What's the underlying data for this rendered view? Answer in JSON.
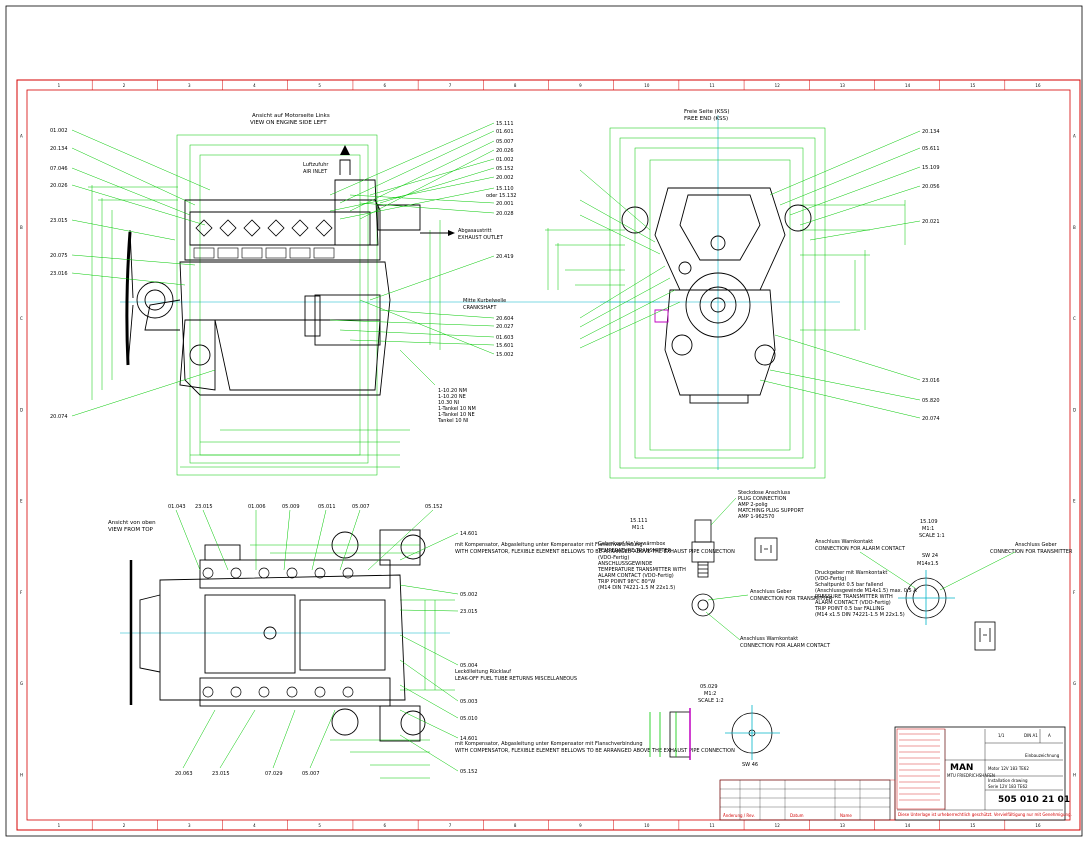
{
  "colors": {
    "border": "#d40000",
    "leader": "#00c800",
    "outline": "#000000",
    "centerline": "#00b4c8",
    "accent_magenta": "#c000c0",
    "titleblock_red": "#d40000"
  },
  "views": {
    "side_left": {
      "title_de": "Ansicht auf Motorseite Links",
      "title_en": "VIEW ON ENGINE SIDE LEFT",
      "air_inlet_de": "Luftzufuhr",
      "air_inlet_en": "AIR INLET",
      "exhaust_de": "Abgasaustritt",
      "exhaust_en": "EXHAUST OUTLET",
      "crank_center_de": "Mitte Kurbelwelle",
      "crank_center_en": "CRANKSHAFT",
      "callouts_left": [
        "01.002",
        "20.134",
        "07.046",
        "20.026",
        "23.015",
        "20.075",
        "23.016",
        "20.074"
      ],
      "callouts_right": [
        "15.111",
        "01.601",
        "05.007",
        "20.026",
        "01.002",
        "05.152",
        "20.002",
        "15.110",
        "20.001",
        "20.028",
        "20.419",
        "20.604",
        "20.027",
        "01.603",
        "15.601",
        "15.002"
      ],
      "callout_sub_15110": "oder 15.132",
      "weights": [
        "1-10.20 NM",
        "1-10.20 NE",
        "10.30 NI",
        "1-Tankel 10 NM",
        "1-Tankel 10 NE",
        "Tankel 10 NI"
      ]
    },
    "free_end": {
      "title_de": "Freie Seite (KSS)",
      "title_en": "FREE END (KSS)",
      "callouts_right": [
        "20.134",
        "05.611",
        "15.109",
        "20.056",
        "20.021",
        "23.016",
        "05.820",
        "20.074"
      ]
    },
    "top": {
      "title_de": "Ansicht von oben",
      "title_en": "VIEW FROM TOP",
      "callouts_top": [
        "01.043",
        "23.015",
        "01.006",
        "05.009",
        "05.011",
        "05.007",
        "05.152"
      ],
      "callouts_right": [
        "14.601",
        "05.002",
        "23.015",
        "05.004",
        "05.003",
        "05.010",
        "14.601",
        "05.152"
      ],
      "callouts_bottom": [
        "20.063",
        "23.015",
        "07.029",
        "05.007"
      ],
      "note_exhaust_top_de": "mit Kompensator, Abgasleitung unter Kompensator mit Flanschverbindung",
      "note_exhaust_top_en": "WITH COMPENSATOR, FLEXIBLE ELEMENT BELLOWS TO BE ARRANGED ABOVE THE EXHAUST PIPE CONNECTION",
      "note_leakoff_de": "Leckölleitung Rücklauf",
      "note_leakoff_en": "LEAK-OFF FUEL TUBE RETURNS MISCELLANEOUS",
      "note_exhaust_bottom_de": "mit Kompensator, Abgasleitung unter Kompensator mit Flanschverbindung",
      "note_exhaust_bottom_en": "WITH COMPENSATOR, FLEXIBLE ELEMENT BELLOWS TO BE ARRANGED ABOVE THE EXHAUST PIPE CONNECTION"
    }
  },
  "details": {
    "d1": {
      "number": "15.111",
      "scale": "M1:1",
      "heading_de": "Geberkopf für Vorwärmbox",
      "heading_en": "TEMPERATURE TRANSMITTER",
      "lines": [
        "(VDO-Fertig)",
        "ANSCHLUSSGEWINDE",
        "TEMPERATURE TRANSMITTER WITH",
        "ALARM CONTACT (VDO-Fertig)",
        "TRIP POINT 98°C 80°W",
        "(M14 DIN 74221-1.5 M 22x1.5)"
      ]
    },
    "d1_plug": {
      "title_de": "Steckdose Anschluss",
      "title_en": "PLUG CONNECTION",
      "lines": [
        "AMP 2-polig",
        "MATCHING PLUG SUPPORT",
        "AMP 1-962570"
      ]
    },
    "d1_transmitter": {
      "label_de": "Anschluss Geber",
      "label_en": "CONNECTION FOR TRANSMITTER"
    },
    "d1_alarm": {
      "label_de": "Anschluss Warnkontakt",
      "label_en": "CONNECTION FOR ALARM CONTACT"
    },
    "d2": {
      "number": "15.109",
      "scale": "M1:1",
      "scale_sub": "SCALE 1:1",
      "alarm_de": "Anschluss Warnkontakt",
      "alarm_en": "CONNECTION FOR ALARM CONTACT",
      "transmitter_de": "Anschluss Geber",
      "transmitter_en": "CONNECTION FOR TRANSMITTER",
      "pressure_lines": [
        "Druckgeber mit Warnkontakt",
        "(VDO-Fertig)",
        "Schaltpunkt 0.5 bar fallend",
        "(Anschlussgewinde M14x1.5) max. 0.5 A",
        "PRESSURE TRANSMITTER WITH",
        "ALARM CONTACT (VDO-Fertig)",
        "TRIP POINT 0.5 bar FALLING",
        "(M14 x1.5 DIN 74221-1.5 M 22x1.5)"
      ],
      "small_label_top": "SW 24",
      "small_label_sub": "M14x1.5"
    },
    "d3": {
      "number": "05.029",
      "scale": "M1:2",
      "scale_sub": "SCALE 1:2",
      "bottom_label": "SW 46"
    }
  },
  "title_block": {
    "sheet": "1/1",
    "format": "DIN A1",
    "manufacturer": "MAN",
    "sub_manufacturer": "MTU FRIEDRICHSHAFEN",
    "title_de": "Motor 12V 183 TE62",
    "title_de2": "Einbauzeichnung",
    "designation": "Installation drawing",
    "model_line": "Serie 12V 183 TE62",
    "drawing_number": "505 010 21 01",
    "revision": "A",
    "copyright_note": "Diese Unterlage ist urheberrechtlich geschützt. Vervielfältigung nur mit Genehmigung.",
    "rev_table_header": "Änderung / Rev.",
    "date_label": "Datum",
    "name_label": "Name"
  },
  "frame": {
    "top_numbers": [
      "1",
      "2",
      "3",
      "4",
      "5",
      "6",
      "7",
      "8",
      "9",
      "10",
      "11",
      "12",
      "13",
      "14",
      "15",
      "16"
    ],
    "side_letters": [
      "A",
      "B",
      "C",
      "D",
      "E",
      "F",
      "G",
      "H"
    ]
  }
}
